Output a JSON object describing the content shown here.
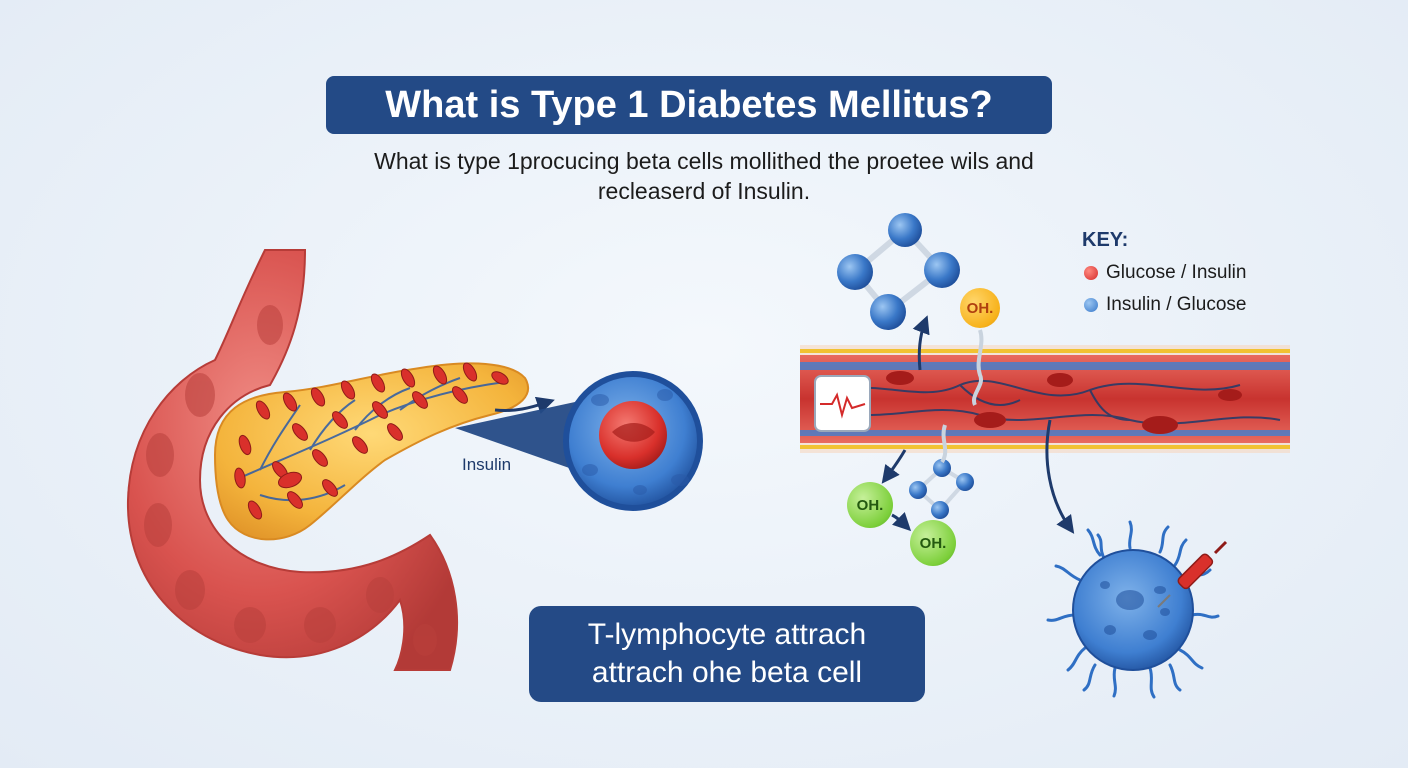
{
  "title": "What is Type 1 Diabetes Mellitus?",
  "subtitle": {
    "line1": "What is type 1procucing beta cells mollithed the proetee wils and",
    "line2": "recleaserd of Insulin."
  },
  "insulin_label": "Insulin",
  "key": {
    "title": "KEY:",
    "items": [
      {
        "label": "Glucose / Insulin",
        "color": "#d42a2a"
      },
      {
        "label": "Insulin / Glucose",
        "color": "#3577c9"
      }
    ]
  },
  "molecule_labels": {
    "top": "OH.",
    "left": "OH.",
    "right": "OH."
  },
  "tcell_caption": {
    "line1": "T-lymphocyte attrach",
    "line2": "attrach ohe beta cell"
  },
  "colors": {
    "title_bg": "#234a86",
    "intestine": "#d9534f",
    "pancreas": "#f4b43c",
    "vessel": "#c8332f",
    "nerve": "#2a5aa8",
    "molecule_blue": "#3a78c8",
    "oh_yellow": "#f7b21b",
    "oh_green": "#7ccf3a",
    "tcell_blue": "#3f7fd1"
  }
}
